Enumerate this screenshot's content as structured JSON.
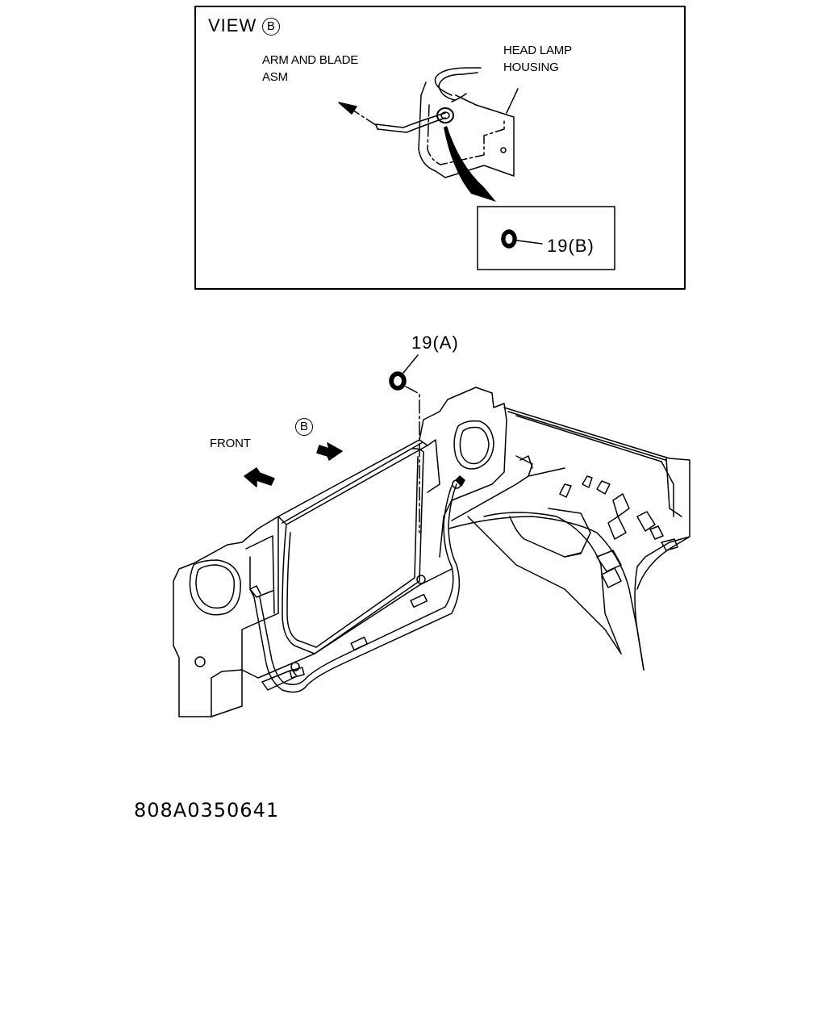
{
  "view": {
    "prefix": "VIEW",
    "letter": "B"
  },
  "labels": {
    "arm_blade_line1": "ARM AND BLADE",
    "arm_blade_line2": "ASM",
    "head_lamp_line1": "HEAD LAMP",
    "head_lamp_line2": "HOUSING",
    "part_b": "19(B)",
    "part_a": "19(A)",
    "front": "FRONT",
    "view_marker": "B"
  },
  "figure_id": "808A0350641"
}
